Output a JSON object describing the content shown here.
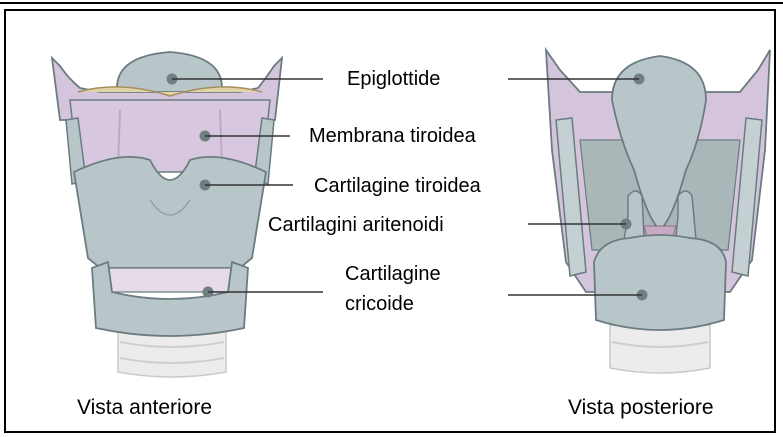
{
  "labels": {
    "epiglottis": "Epiglottide",
    "thyroid_membrane": "Membrana tiroidea",
    "thyroid_cartilage": "Cartilagine tiroidea",
    "arytenoid": "Cartilagini aritenoidi",
    "cricoid_line1": "Cartilagine",
    "cricoid_line2": "cricoide"
  },
  "captions": {
    "anterior": "Vista anteriore",
    "posterior": "Vista posteriore"
  },
  "colors": {
    "cartilage": "#b9c6c9",
    "cartilage_shadow": "#8fa2a6",
    "membrane": "#d4c4dc",
    "membrane_shadow": "#b9a5c5",
    "trachea": "#ececec",
    "outline": "#6b7c80",
    "leader": "#333333"
  }
}
